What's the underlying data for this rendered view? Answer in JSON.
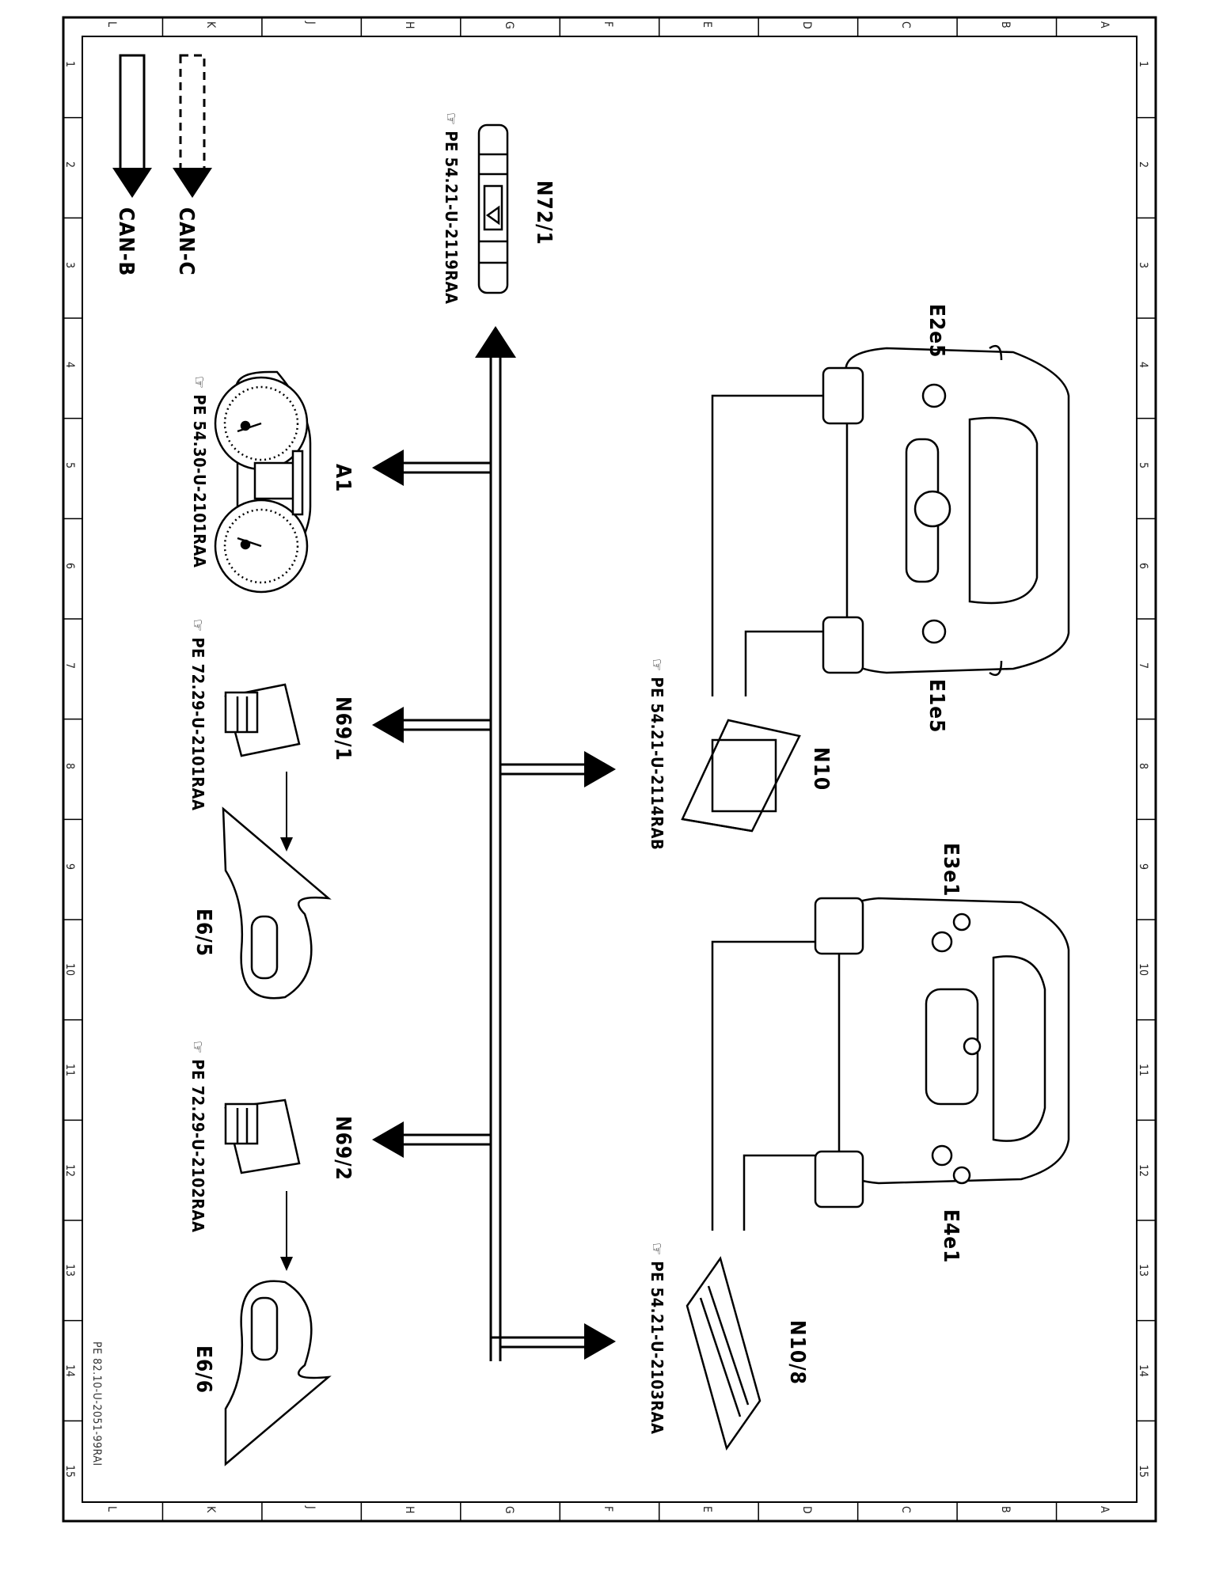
{
  "grid": {
    "columns": [
      "L",
      "K",
      "J",
      "H",
      "G",
      "F",
      "E",
      "D",
      "C",
      "B",
      "A"
    ],
    "rows": [
      "1",
      "2",
      "3",
      "4",
      "5",
      "6",
      "7",
      "8",
      "9",
      "10",
      "11",
      "12",
      "13",
      "14",
      "15"
    ]
  },
  "legend": {
    "can_c": "CAN-C",
    "can_b": "CAN-B"
  },
  "components": {
    "n72_1": {
      "code": "N72/1",
      "ref": "PE 54.21-U-2119RAA"
    },
    "a1": {
      "code": "A1",
      "ref": "PE 54.30-U-2101RAA"
    },
    "n69_1": {
      "code": "N69/1",
      "ref": "PE 72.29-U-2101RAA"
    },
    "e6_5": {
      "code": "E6/5"
    },
    "n69_2": {
      "code": "N69/2",
      "ref": "PE 72.29-U-2102RAA"
    },
    "e6_6": {
      "code": "E6/6"
    },
    "n10": {
      "code": "N10",
      "ref": "PE 54.21-U-2114RAB"
    },
    "n10_8": {
      "code": "N10/8",
      "ref": "PE 54.21-U-2103RAA"
    },
    "e2e5": {
      "code": "E2e5"
    },
    "e1e5": {
      "code": "E1e5"
    },
    "e3e1": {
      "code": "E3e1"
    },
    "e4e1": {
      "code": "E4e1"
    }
  },
  "document_id": "PE 82.10-U-2051-99RAI",
  "colors": {
    "ink": "#000000",
    "paper": "#ffffff"
  }
}
